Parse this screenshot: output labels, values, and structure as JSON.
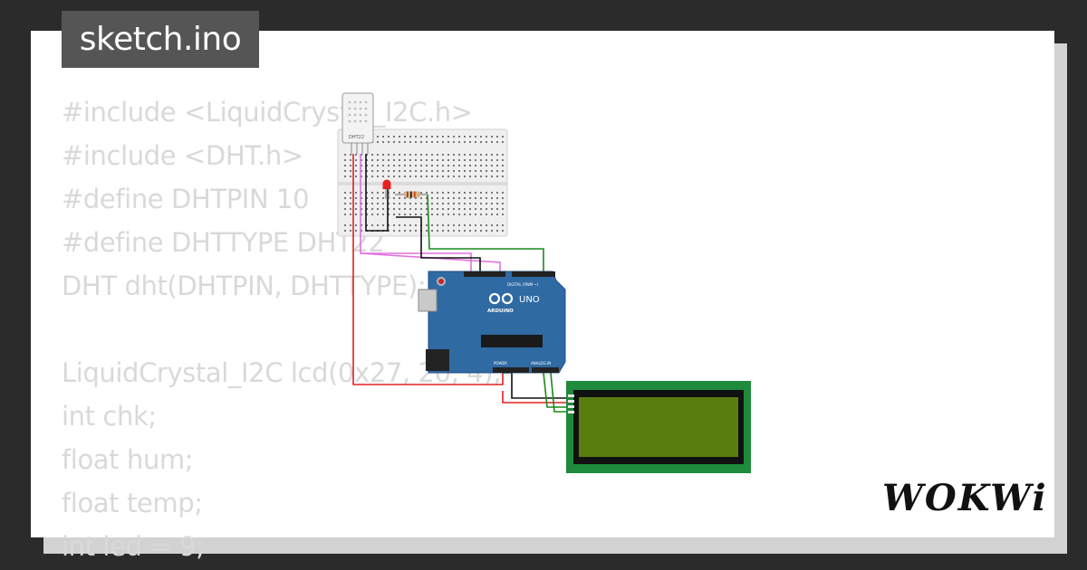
{
  "title": "sketch.ino",
  "code_lines": [
    "#include <LiquidCrystal_I2C.h>",
    "#include <DHT.h>",
    "#define DHTPIN 10",
    "#define DHTTYPE DHT22",
    "DHT dht(DHTPIN, DHTTYPE);",
    "",
    "LiquidCrystal_I2C lcd(0x27, 20, 4);",
    "int chk;",
    "float hum;",
    "float temp;",
    "int led = 9;"
  ],
  "logo": "WOKWi",
  "components": {
    "sensor_label": "DHT22",
    "board_brand": "UNO",
    "board_label": "ARDUINO",
    "digital_label": "DIGITAL (PWM ~)",
    "power_label": "POWER",
    "analog_label": "ANALOG IN"
  },
  "colors": {
    "background": "#2b2b2b",
    "card": "#ffffff",
    "title_tab": "#555555",
    "code_text": "#d9d9d9",
    "arduino": "#2f6aa3",
    "lcd_pcb": "#1e8a3c",
    "lcd_screen": "#5a7d10",
    "wire_red": "#e02020",
    "wire_black": "#111111",
    "wire_green": "#1a8a1a",
    "wire_pink": "#e070e0"
  }
}
